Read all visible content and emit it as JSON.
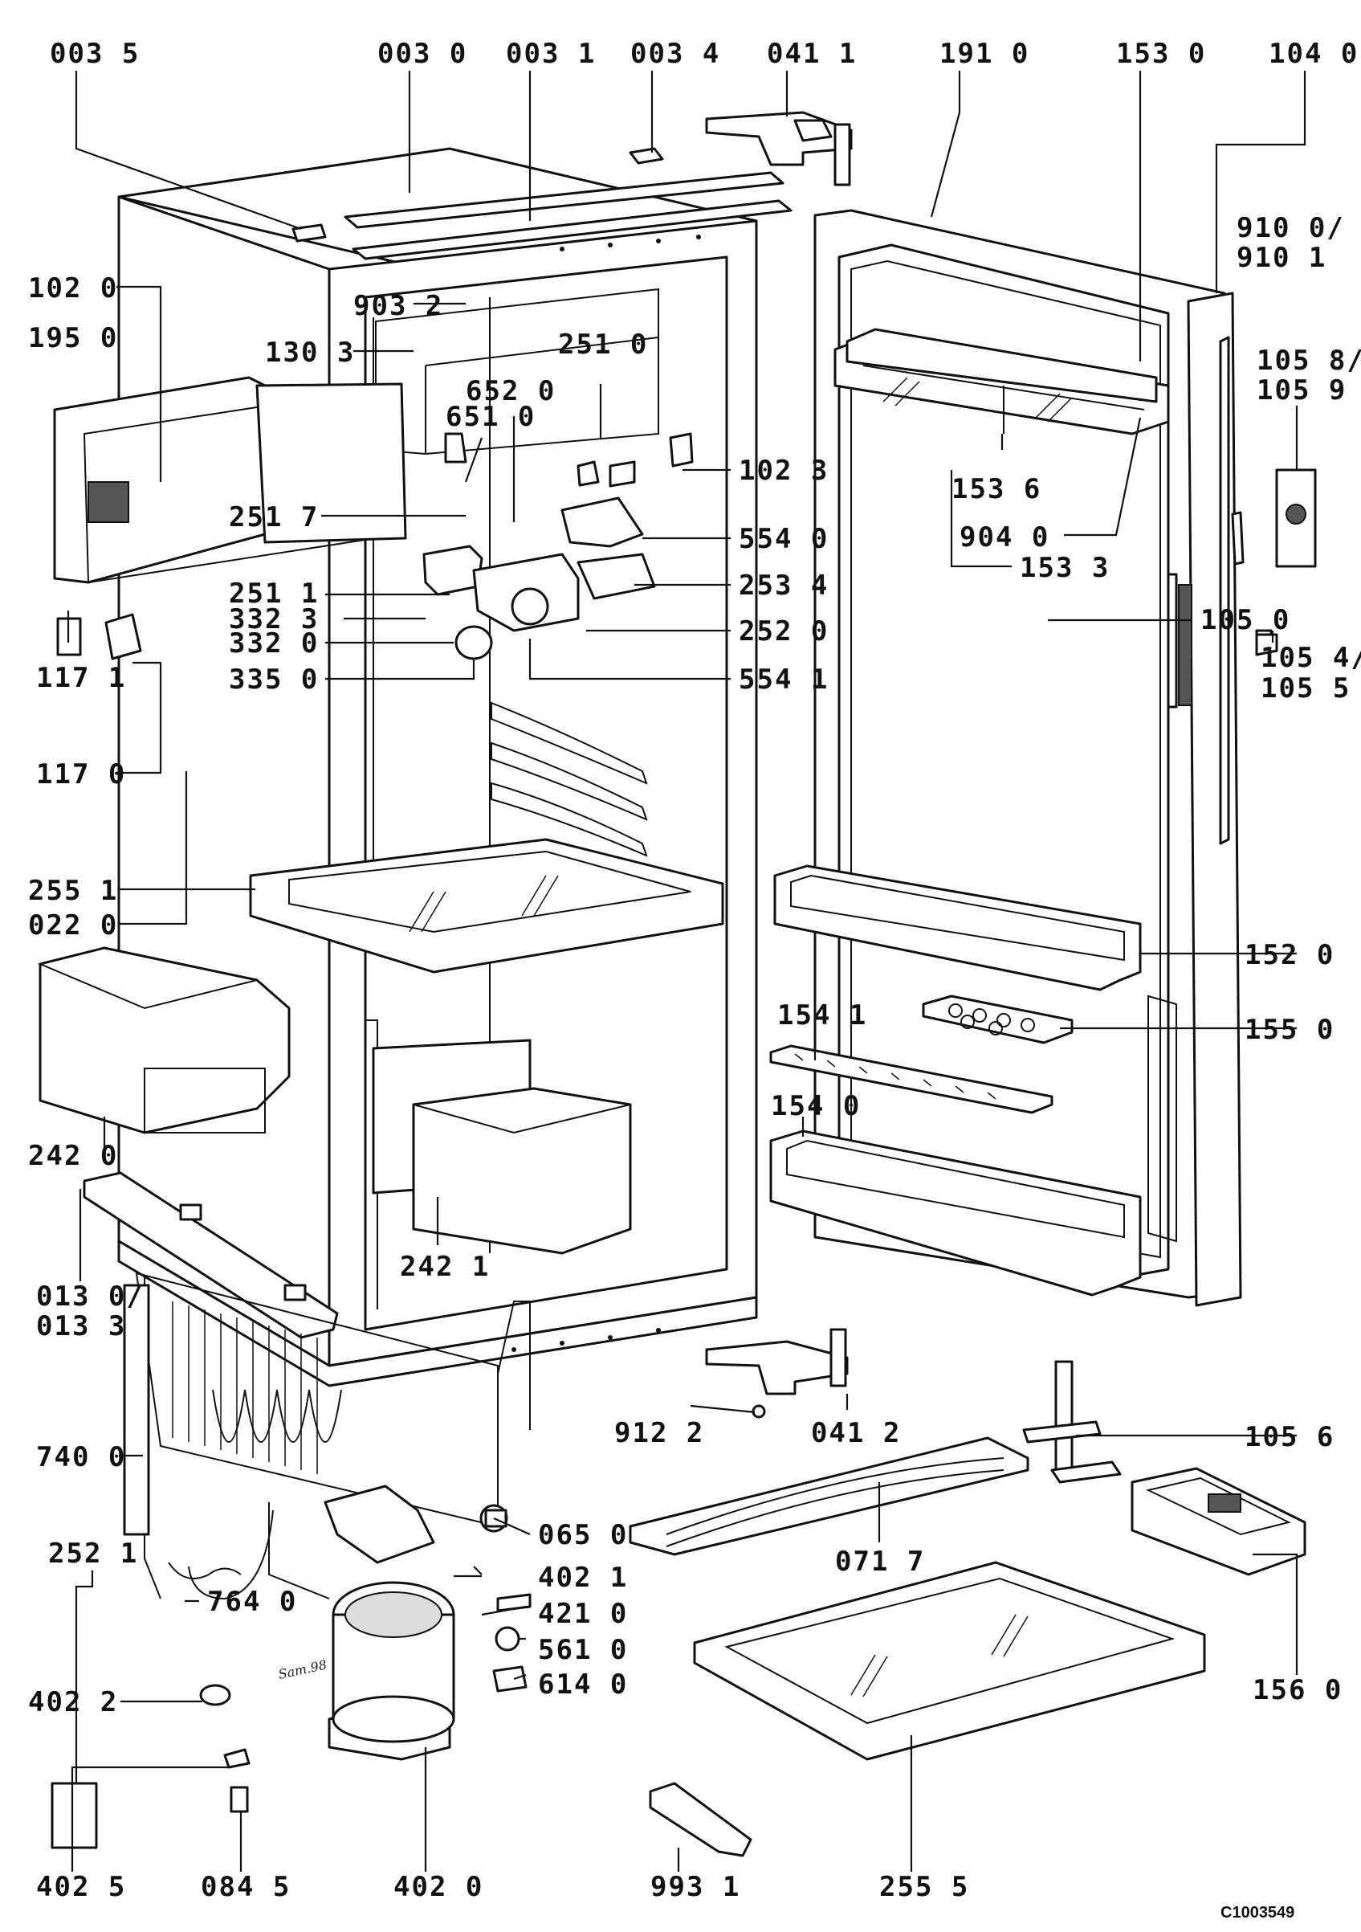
{
  "diagram": {
    "drawing_code": "C1003549",
    "signature": "Sam.98",
    "labels": {
      "p0035": "003 5",
      "p0030": "003 0",
      "p0031": "003 1",
      "p0034": "003 4",
      "p0411": "041 1",
      "p1910": "191 0",
      "p1530": "153 0",
      "p1040": "104 0",
      "p9100": "910 0/",
      "p9101": "910 1",
      "p1020": "102 0",
      "p9032": "903 2",
      "p1950": "195 0",
      "p1303": "130 3",
      "p2510": "251 0",
      "p6520": "652 0",
      "p6510": "651 0",
      "p1058": "105 8/",
      "p1059": "105 9",
      "p1023": "102 3",
      "p2517": "251 7",
      "p1536": "153 6",
      "p9040": "904 0",
      "p5540": "554 0",
      "p1533": "153 3",
      "p2511": "251 1",
      "p2534": "253 4",
      "p3323": "332 3",
      "p1050": "105 0",
      "p3320": "332 0",
      "p2520": "252 0",
      "p1171": "117 1",
      "p3350": "335 0",
      "p5541": "554 1",
      "p1054": "105 4/",
      "p1055": "105 5",
      "p1170": "117 0",
      "p2551": "255 1",
      "p0220": "022 0",
      "p1520": "152 0",
      "p1541": "154 1",
      "p1550": "155 0",
      "p1540": "154 0",
      "p2420": "242 0",
      "p2421": "242 1",
      "p0130": "013 0/",
      "p0133": "013 3",
      "p9122": "912 2",
      "p0412": "041 2",
      "p7400": "740 0",
      "p1056": "105 6",
      "p0650": "065 0",
      "p2521": "252 1",
      "p0717": "071 7",
      "p4021": "402 1",
      "p7640": "764 0",
      "p4210": "421 0",
      "p5610": "561 0",
      "p6140": "614 0",
      "p1560": "156 0",
      "p4022": "402 2",
      "p4025": "402 5",
      "p0845": "084 5",
      "p4020": "402 0",
      "p9931": "993 1",
      "p2555": "255 5"
    }
  }
}
